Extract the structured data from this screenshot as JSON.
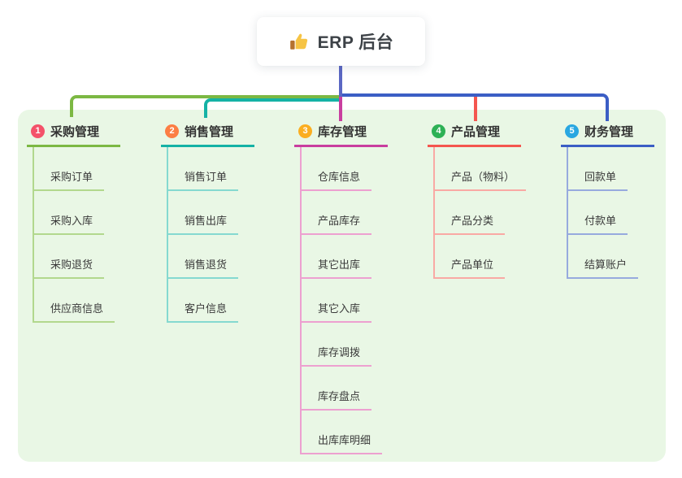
{
  "root": {
    "title": "ERP 后台",
    "icon": "thumbs-up-icon"
  },
  "colors": {
    "canvas_bg": "#ffffff",
    "panel_bg": "#e9f7e5",
    "stem": "#5b67c3",
    "text_dark": "#333333"
  },
  "branches": [
    {
      "number": "1",
      "label": "采购管理",
      "color": "#7cb843",
      "light": "#b2d88d",
      "badge": "#f4526a",
      "children": [
        "采购订单",
        "采购入库",
        "采购退货",
        "供应商信息"
      ]
    },
    {
      "number": "2",
      "label": "销售管理",
      "color": "#14b2a5",
      "light": "#85d9d0",
      "badge": "#fc7e44",
      "children": [
        "销售订单",
        "销售出库",
        "销售退货",
        "客户信息"
      ]
    },
    {
      "number": "3",
      "label": "库存管理",
      "color": "#c93e9f",
      "light": "#eda0d0",
      "badge": "#fbae20",
      "children": [
        "仓库信息",
        "产品库存",
        "其它出库",
        "其它入库",
        "库存调拨",
        "库存盘点",
        "出库库明细"
      ]
    },
    {
      "number": "4",
      "label": "产品管理",
      "color": "#f4564f",
      "light": "#f9a9a4",
      "badge": "#2db155",
      "children": [
        "产品（物料）",
        "产品分类",
        "产品单位"
      ]
    },
    {
      "number": "5",
      "label": "财务管理",
      "color": "#3b5ec5",
      "light": "#97aade",
      "badge": "#29a7e1",
      "children": [
        "回款单",
        "付款单",
        "结算账户"
      ]
    }
  ]
}
